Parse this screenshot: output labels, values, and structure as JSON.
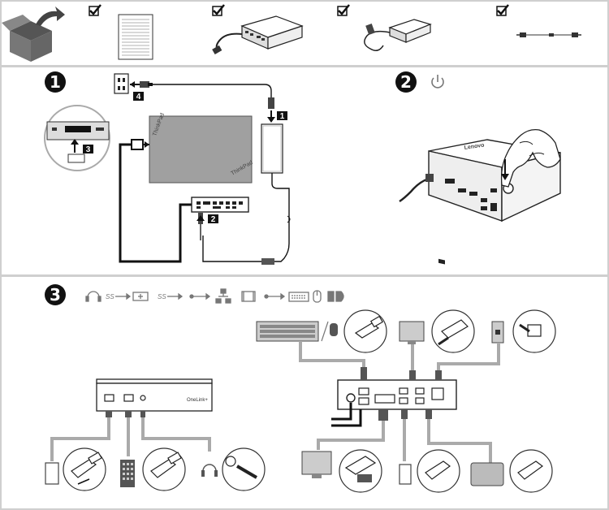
{
  "steps": {
    "one": "1",
    "two": "2",
    "three": "3"
  },
  "callouts": {
    "c1": "1",
    "c2": "2",
    "c3": "3",
    "c4": "4"
  },
  "dock_brand": "OneLink+",
  "device_brand": "OneLink+",
  "colors": {
    "frame": "#bdbdbd",
    "laptop": "#9e9e9e",
    "line": "#111111",
    "gray_cable": "#a8a8a8"
  },
  "icons": [
    "headset-icon",
    "usb3-icon",
    "usb3-charge-icon",
    "usb3-icon",
    "usb-icon",
    "ethernet-icon",
    "display-icon",
    "usb-icon",
    "keyboard-icon",
    "mouse-icon",
    "hdmi-dvi-icon"
  ]
}
